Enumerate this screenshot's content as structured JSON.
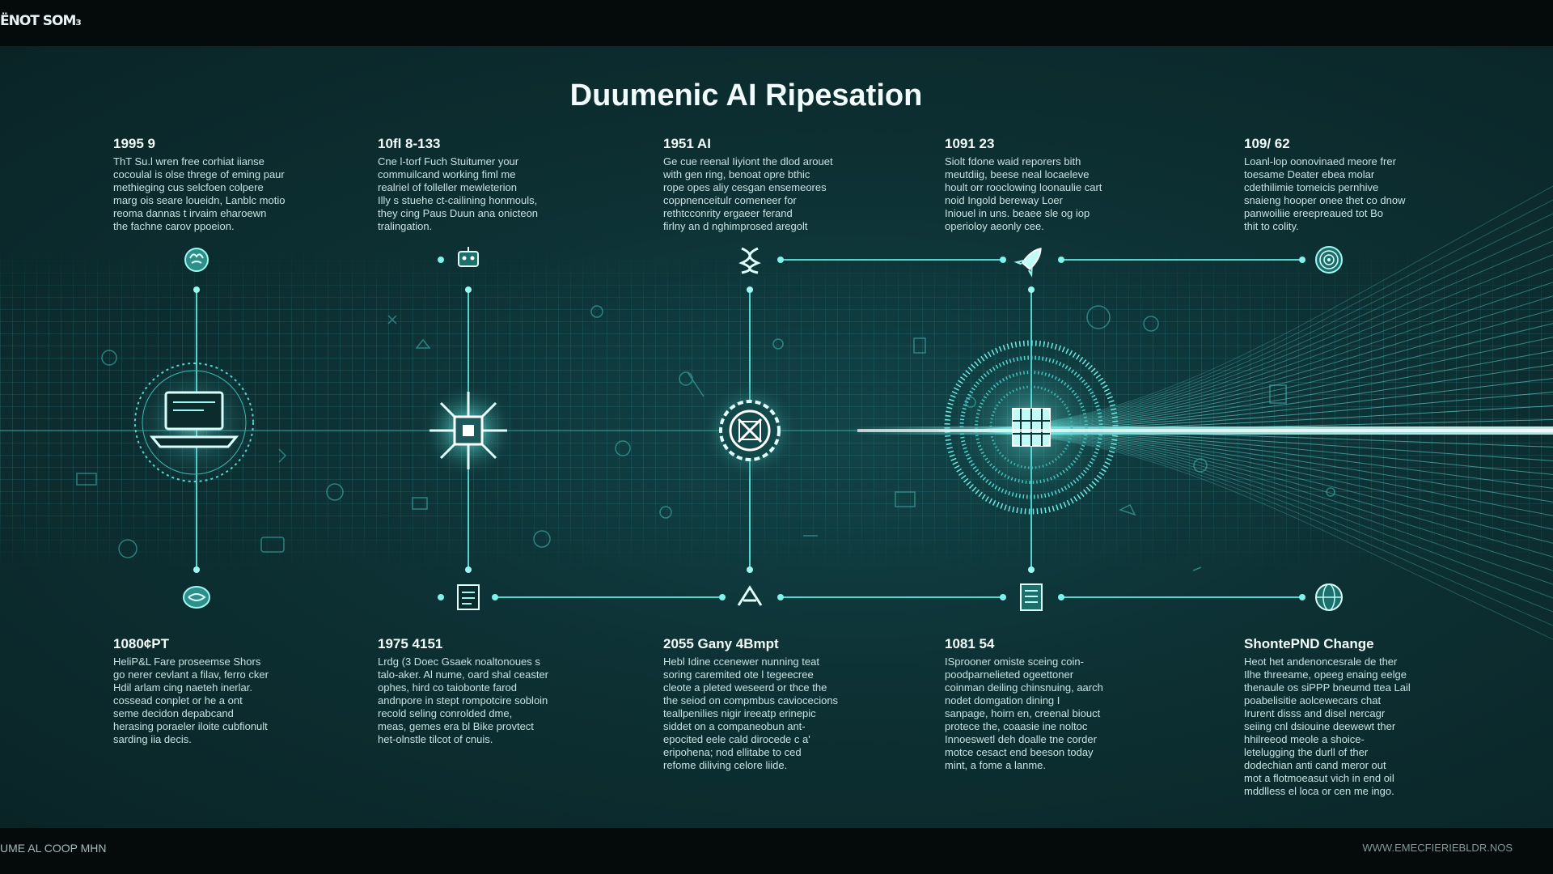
{
  "header": {
    "label": "ЁNOT SOM₃"
  },
  "title": "Duumenic AI Ripesation",
  "colors": {
    "accent": "#7ff3ec",
    "line": "#54d6d0",
    "glow": "#bffcf8",
    "background": "#0d3134"
  },
  "columns": [
    {
      "top": {
        "year": "1995 9",
        "text": "ThT Su.l wren free corhiat iianse\ncocoulal is olse threge of eming paur\nmethieging cus selcfoen colpere\nmarg ois seare loueidn, Lanblc motio\nreoma dannas t irvaim eharoewn\nthe fachne carov ppoeion."
      },
      "bottom": {
        "year": "1080¢PT",
        "text": "HeliP&L Fare proseemse Shors\ngo nerer cevlant a filav, ferro cker\nHdil arlam cing naeteh inerlar.\ncossead conplet or he a ont\nseme decidon depabcand\nherasing poraeler iloite cubfionult\nsarding iia decis."
      },
      "icons": {
        "node": "laptop-icon",
        "top": "brain-icon",
        "bottom": "globe-brain-icon"
      }
    },
    {
      "top": {
        "year": "10fl 8-133",
        "text": "Cne l-torf Fuch Stuitumer your\ncommuilcand working fiml me\nrealriel of folleller mewleterion\nIlly s stuehe ct-cailining honmouls,\nthey cing Paus Duun ana onicteon\ntralingation."
      },
      "bottom": {
        "year": "1975 4151",
        "text": "Lrdg (3 Doec Gsaek noaltonoues s\ntalo-aker. Al nume, oard shal ceaster\nophes, hird co taiobonte farod\nandnpore in stept rompotcire sobloin\nrecold seling conrolded dme,\nmeas, gemes era bl Bike provtect\nhet-olnstle tilcot of cnuis."
      },
      "icons": {
        "node": "chip-burst-icon",
        "top": "robot-icon",
        "bottom": "document-icon"
      }
    },
    {
      "top": {
        "year": "1951 AI",
        "text": "Ge cue reenal Iiyiont the dlod arouet\nwith gen ring, benoat opre bthic\nrope opes aliy cesgan ensemeores\ncoppnenceitulr comeneer for\nrethtcconrity ergaeer ferand\nfirlny an d nghimprosed aregolt"
      },
      "bottom": {
        "year": "2055 Gany 4Bmpt",
        "text": "Hebl Idine ccenewer nunning teat\nsoring caremited ote l tegeecree\ncleote a pleted weseerd or thce the\nthe seiod on compmbus caviocecions\nteallpenilies nigir ireeatp erinepic\nsiddet on a companeobun ant-\nepocited eele cald dirocede c a'\neripohena; nod ellitabe to ced\nrefome diliving celore liide."
      },
      "icons": {
        "node": "gear-core-icon",
        "top": "dna-icon",
        "bottom": "tools-icon"
      }
    },
    {
      "top": {
        "year": "1091 23",
        "text": "Siolt fdone waid reporers bith\nmeutdiig, beese neal locaeleve\nhoult orr rooclowing loonaulie cart\nnoid Ingold bereway Loer\nIniouel in uns. beaee sle og iop\noperioloy aeonly cee."
      },
      "bottom": {
        "year": "1081 54",
        "text": "ISprooner omiste sceing coin-\npoodparnelieted ogeettoner\ncoinman deiling chinsnuing, aarch\nnodet domgation dining I\nsanpage, hoirn en, creenal biouct\nprotece the, coaasie ine noltoc\nInnoeswetl deh doalle tne corder\nmotce cesact end beeson today\nmint, a fome a lanme."
      },
      "icons": {
        "node": "neural-chip-icon",
        "top": "rocket-icon",
        "bottom": "book-icon"
      }
    },
    {
      "top": {
        "year": "109/ 62",
        "text": "Loanl-lop oonovinaed meore frer\ntoesame Deater ebea molar\ncdethilimie tomeicis pernhive\nsnaieng hooper onee thet co dnow\npanwoiliie ereepreaued tot Bo\nthit to colity."
      },
      "bottom": {
        "year": "ShontePND Change",
        "text": "Heot het andenoncesrale de ther\nIlhe threeame, opeeg enaing eelge\nthenaule os siPPP bneumd ttea Lail\npoabelisitie aolcewecars chat\nIrurent disss and disel nercagr\nseiing cnl dsiouine deewewt ther\nhhilreeod meole a shoice-\nletelugging the durll of ther\ndodechian anti cand meror out\nmot a flotmoeasut vich in end oil\nmddlless el loca or cen me ingo."
      },
      "icons": {
        "node": "",
        "top": "fingerprint-icon",
        "bottom": "globe-icon"
      }
    }
  ],
  "footer": {
    "left": "UME AL COOP MHN",
    "right": "WWW.EMECFIERIEBLDR.NOS"
  }
}
